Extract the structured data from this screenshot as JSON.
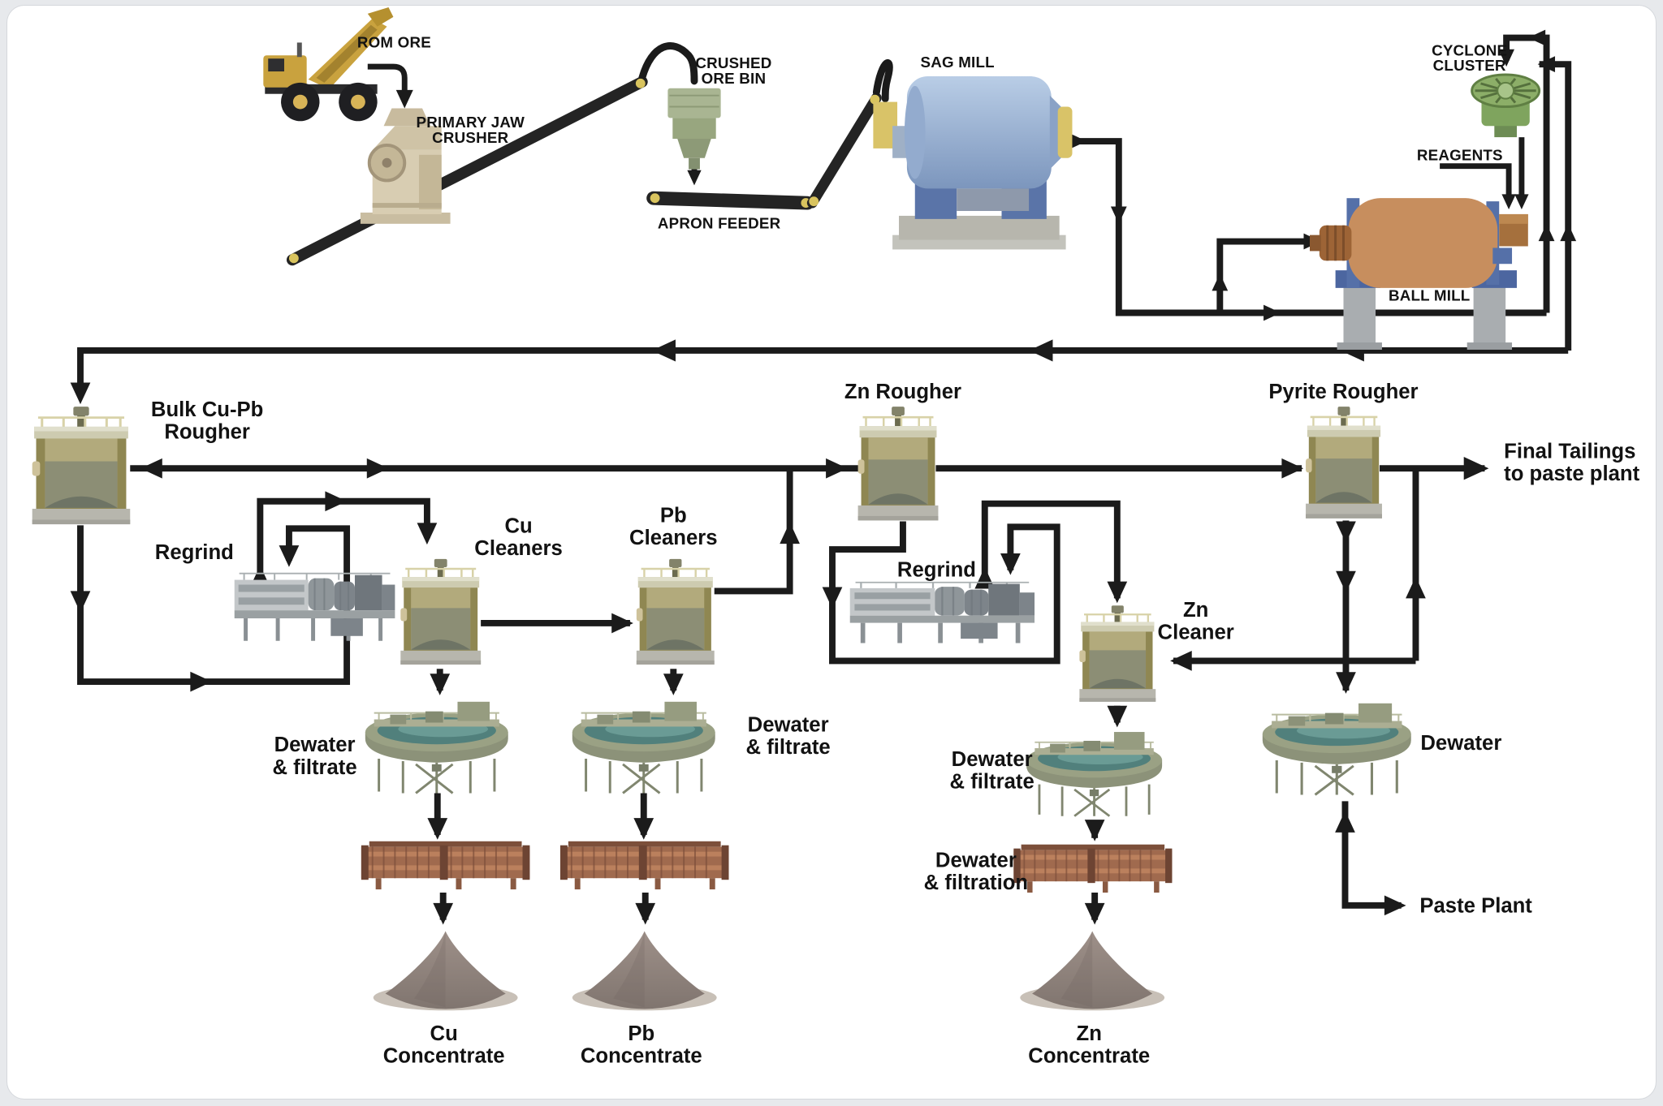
{
  "colors": {
    "line": "#1b1b1b",
    "page_bg": "#e7e9ec",
    "card_bg": "#ffffff",
    "conveyor": "#242424",
    "pulley_yellow": "#d9c45e",
    "truck_yellow": "#c9a23e",
    "crusher_beige": "#d8cdb2",
    "bin_green": "#a9b592",
    "sag_blue": "#93abce",
    "sag_flange_yellow": "#d9c368",
    "ball_copper": "#c78e5e",
    "cyclone_green": "#7fa45e",
    "cell_olive": "#8f8752",
    "thickener_water": "#51807c",
    "press_brown": "#a06a4e",
    "pile_taupe": "#8d7f78",
    "concrete": "#b7b6ad"
  },
  "labels": {
    "comminution": {
      "rom_ore": "ROM ORE",
      "primary_jaw_crusher": [
        "PRIMARY JAW",
        "CRUSHER"
      ],
      "crushed_ore_bin": [
        "CRUSHED",
        "ORE BIN"
      ],
      "apron_feeder": "APRON FEEDER",
      "sag_mill": "SAG MILL",
      "cyclone_cluster": [
        "CYCLONE",
        "CLUSTER"
      ],
      "reagents": "REAGENTS",
      "ball_mill": "BALL MILL"
    },
    "flotation": {
      "bulk_rougher": [
        "Bulk Cu-Pb",
        "Rougher"
      ],
      "regrind_cu": "Regrind",
      "cu_cleaners": [
        "Cu",
        "Cleaners"
      ],
      "pb_cleaners": [
        "Pb",
        "Cleaners"
      ],
      "zn_rougher": "Zn Rougher",
      "regrind_zn": "Regrind",
      "zn_cleaner": [
        "Zn",
        "Cleaner"
      ],
      "pyrite_rougher": "Pyrite Rougher",
      "final_tailings": [
        "Final Tailings",
        "to paste plant"
      ]
    },
    "dewatering": {
      "dewater_filtrate_cu": [
        "Dewater",
        "& filtrate"
      ],
      "dewater_filtrate_pb": [
        "Dewater",
        "& filtrate"
      ],
      "dewater_filtrate_zn": [
        "Dewater",
        "& filtrate"
      ],
      "dewater_filtration_zn": [
        "Dewater",
        "& filtration"
      ],
      "dewater_pyrite": "Dewater",
      "paste_plant": "Paste Plant"
    },
    "products": {
      "cu_concentrate": [
        "Cu",
        "Concentrate"
      ],
      "pb_concentrate": [
        "Pb",
        "Concentrate"
      ],
      "zn_concentrate": [
        "Zn",
        "Concentrate"
      ]
    }
  }
}
